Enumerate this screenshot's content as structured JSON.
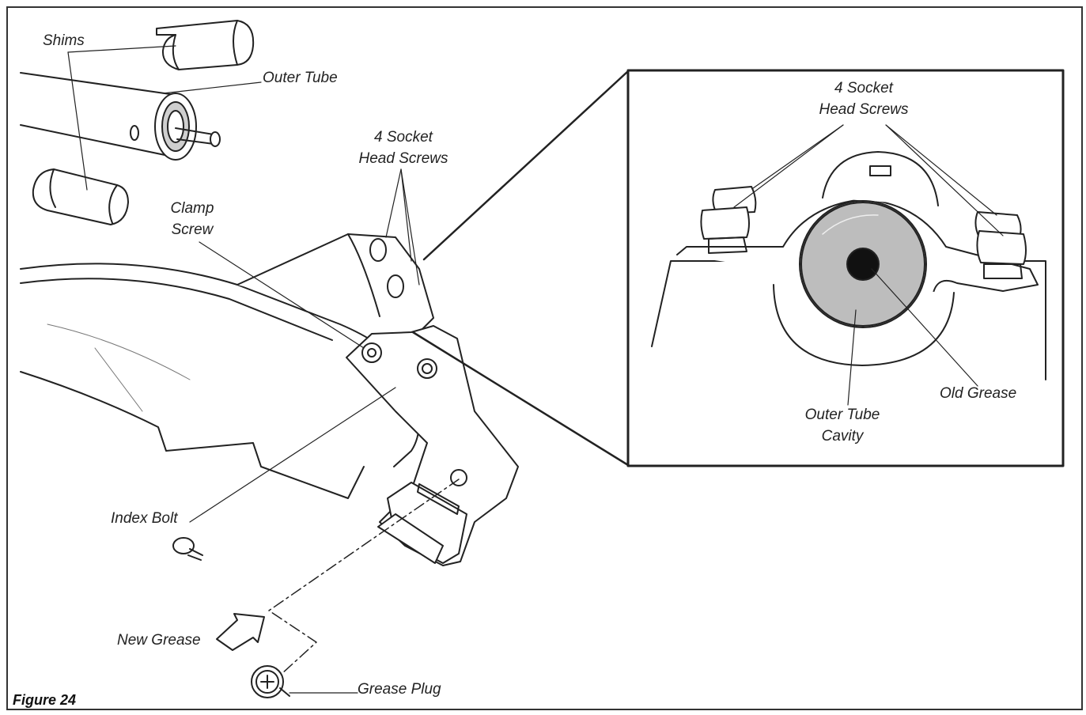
{
  "figure_label": "Figure 24",
  "callouts": {
    "shims": "Shims",
    "outer_tube": "Outer Tube",
    "socket_screws_line1": "4 Socket",
    "socket_screws_line2": "Head Screws",
    "clamp_screw_line1": "Clamp",
    "clamp_screw_line2": "Screw",
    "index_bolt": "Index Bolt",
    "new_grease": "New Grease",
    "grease_plug": "Grease Plug"
  },
  "detail": {
    "socket_screws_line1": "4 Socket",
    "socket_screws_line2": "Head Screws",
    "old_grease": "Old Grease",
    "outer_tube_cavity_line1": "Outer Tube",
    "outer_tube_cavity_line2": "Cavity"
  },
  "colors": {
    "ink": "#222222",
    "grease": "#bdbdbd",
    "cavity": "#111111"
  }
}
